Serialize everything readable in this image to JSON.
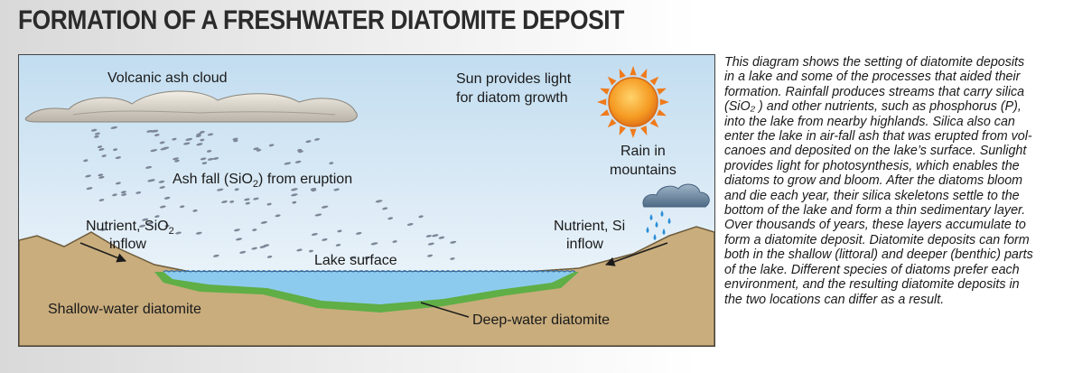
{
  "title": "FORMATION OF A FRESHWATER DIATOMITE DEPOSIT",
  "labels": {
    "ash_cloud": "Volcanic ash cloud",
    "sun_line1": "Sun provides light",
    "sun_line2": "for diatom growth",
    "rain_line1": "Rain in",
    "rain_line2": "mountains",
    "ash_fall_pre": "Ash fall (SiO",
    "ash_fall_sub": "2",
    "ash_fall_post": ") from eruption",
    "nutrient_left_pre": "Nutrient, SiO",
    "nutrient_left_sub": "2",
    "nutrient_left_line2": "inflow",
    "nutrient_right_line1": "Nutrient, Si",
    "nutrient_right_line2": "inflow",
    "lake_surface": "Lake surface",
    "shallow": "Shallow-water diatomite",
    "deep": "Deep-water diatomite"
  },
  "description_lines": [
    "This diagram shows the setting of diatomite deposits",
    "in a lake and some of the processes that aided their",
    "formation. Rainfall produces streams that carry silica",
    "(SiO₂ ) and other nutrients, such as phosphorus (P),",
    "into the lake from nearby highlands. Silica also can",
    "enter the lake in air-fall ash that was erupted from vol-",
    "canoes and deposited on the lake’s surface. Sunlight",
    "provides light for photosynthesis, which enables the",
    "diatoms to grow and bloom. After the diatoms bloom",
    "and die each year, their silica skeletons settle to the",
    "bottom of the lake and form a thin sedimentary layer.",
    "Over thousands of years, these layers accumulate to",
    "form a diatomite deposit. Diatomite deposits can form",
    "both in the shallow (littoral) and deeper (benthic) parts",
    "of the lake. Different species of diatoms prefer each",
    "environment, and the resulting diatomite deposits in",
    "the two locations can differ as a result."
  ],
  "colors": {
    "sky_top": "#c2ddf0",
    "sky_bottom": "#f4f8fb",
    "terrain": "#c9ad7d",
    "lake": "#8dcbee",
    "diatomite": "#5fae46",
    "ash_particles": "#7d8797",
    "sun": "#f29622",
    "cloud_rain": "#6f8aa4",
    "raindrops": "#2b8fd6"
  }
}
